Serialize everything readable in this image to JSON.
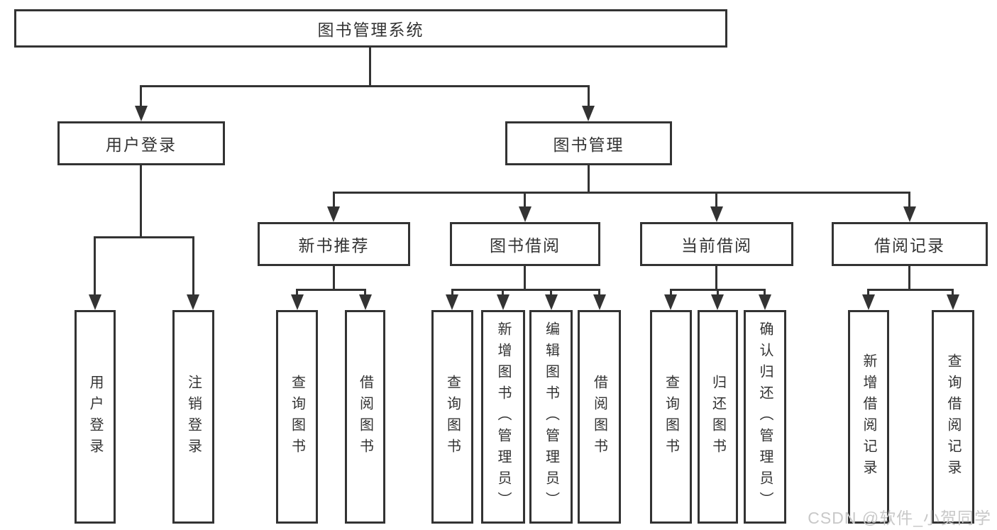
{
  "diagram": {
    "root": "图书管理系统",
    "level2": [
      "用户登录",
      "图书管理"
    ],
    "level3": [
      "新书推荐",
      "图书借阅",
      "当前借阅",
      "借阅记录"
    ],
    "leaves": {
      "user_login": [
        "用户登录",
        "注销登录"
      ],
      "new_book": [
        "查询图书",
        "借阅图书"
      ],
      "book_borrow": [
        "查询图书",
        "新增图书（管理员）",
        "编辑图书（管理员）",
        "借阅图书"
      ],
      "current_borrow": [
        "查询图书",
        "归还图书",
        "确认归还（管理员）"
      ],
      "borrow_record": [
        "新增借阅记录",
        "查询借阅记录"
      ]
    }
  },
  "watermark": "CSDN @软件_小贺同学",
  "colors": {
    "line": "#333333",
    "box_background": "#ffffff",
    "text": "#333333",
    "watermark": "#c8c8c8"
  }
}
